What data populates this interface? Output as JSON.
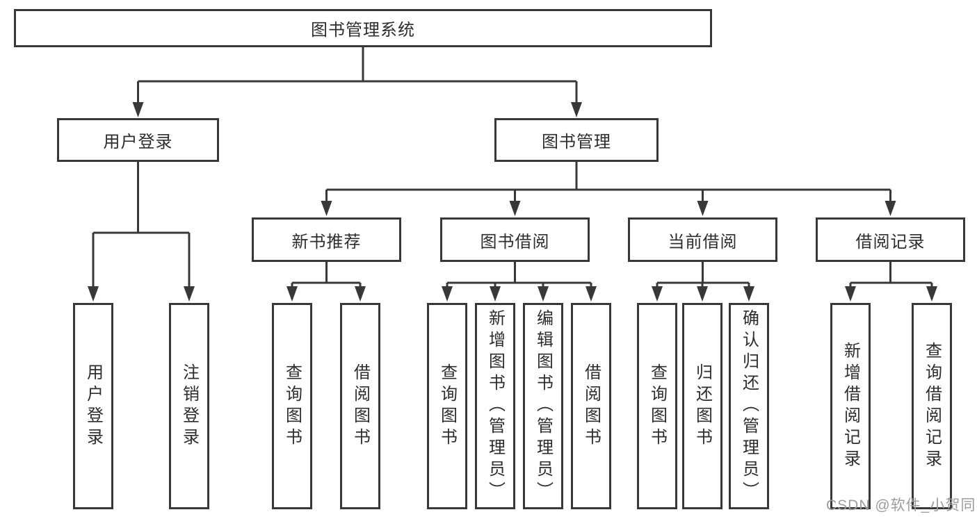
{
  "colors": {
    "background": "#ffffff",
    "line": "#383838",
    "box_border": "#383838",
    "text": "#2d2d2d",
    "watermark": "#9c9c9c"
  },
  "watermark": {
    "text": "CSDN @软件_小贺同学"
  },
  "tree": {
    "root": {
      "label": "图书管理系统"
    },
    "branches": [
      {
        "label": "用户登录",
        "children": [
          {
            "label": "用户登录"
          },
          {
            "label": "注销登录"
          }
        ]
      },
      {
        "label": "图书管理",
        "children": [
          {
            "label": "新书推荐",
            "children": [
              {
                "label": "查询图书"
              },
              {
                "label": "借阅图书"
              }
            ]
          },
          {
            "label": "图书借阅",
            "children": [
              {
                "label": "查询图书"
              },
              {
                "label": "新增图书（管理员）"
              },
              {
                "label": "编辑图书（管理员）"
              },
              {
                "label": "借阅图书"
              }
            ]
          },
          {
            "label": "当前借阅",
            "children": [
              {
                "label": "查询图书"
              },
              {
                "label": "归还图书"
              },
              {
                "label": "确认归还（管理员）"
              }
            ]
          },
          {
            "label": "借阅记录",
            "children": [
              {
                "label": "新增借阅记录"
              },
              {
                "label": "查询借阅记录"
              }
            ]
          }
        ]
      }
    ]
  }
}
